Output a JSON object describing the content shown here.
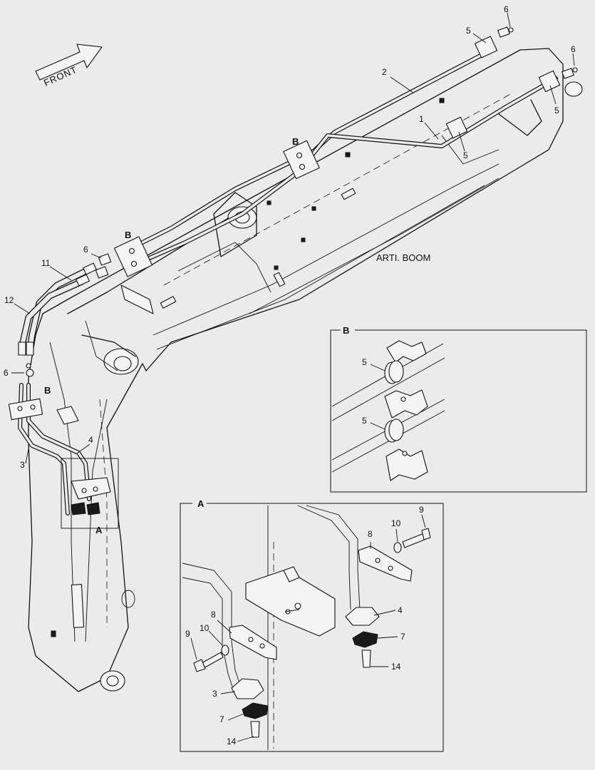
{
  "diagram": {
    "direction_label": "FRONT",
    "assembly_label": "ARTI. BOOM",
    "detail_labels": {
      "a": "A",
      "b": "B"
    },
    "callouts": {
      "n1": "1",
      "n2": "2",
      "n3": "3",
      "n4": "4",
      "n5": "5",
      "n6": "6",
      "n7": "7",
      "n8": "8",
      "n9": "9",
      "n10": "10",
      "n11": "11",
      "n12": "12",
      "n14": "14"
    }
  }
}
